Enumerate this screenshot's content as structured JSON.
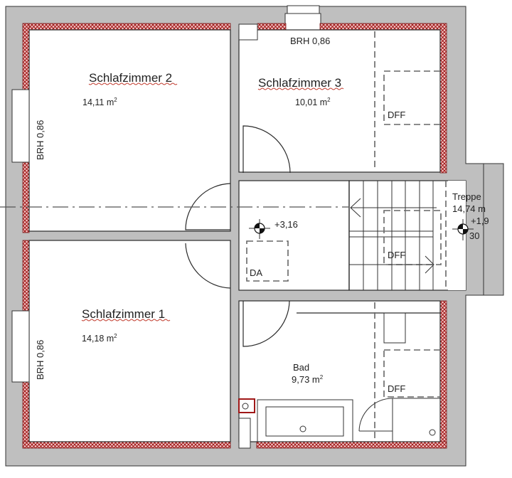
{
  "plan": {
    "colors": {
      "wall": "#bfbfbf",
      "insulation_hatch": "#c0392b",
      "line": "#2a2a2a",
      "dashed": "#666666"
    },
    "rooms": [
      {
        "id": "schlafzimmer-2",
        "name": "Schlafzimmer 2",
        "area_value": "14,11 m",
        "area_sup": "2"
      },
      {
        "id": "schlafzimmer-3",
        "name": "Schlafzimmer 3",
        "area_value": "10,01 m",
        "area_sup": "2"
      },
      {
        "id": "schlafzimmer-1",
        "name": "Schlafzimmer 1",
        "area_value": "14,18 m",
        "area_sup": "2"
      },
      {
        "id": "bad",
        "name": "Bad",
        "area_value": "9,73 m",
        "area_sup": "2"
      },
      {
        "id": "treppe",
        "name": "Treppe",
        "area_value": "14,74 m"
      }
    ],
    "annotations": {
      "brh_top": "BRH 0,86",
      "brh_left_upper": "BRH 0,86",
      "brh_left_lower": "BRH 0,86",
      "dff_sz3": "DFF",
      "dff_stairs": "DFF",
      "dff_bad": "DFF",
      "da_hall": "DA",
      "level_hall": "+3,16",
      "level_stairs": "+1,9",
      "stairs_count": "30"
    },
    "icons": {
      "level-marker": "quartered circle",
      "stair-arrow": "arrow",
      "door-swing": "quarter arc"
    }
  }
}
